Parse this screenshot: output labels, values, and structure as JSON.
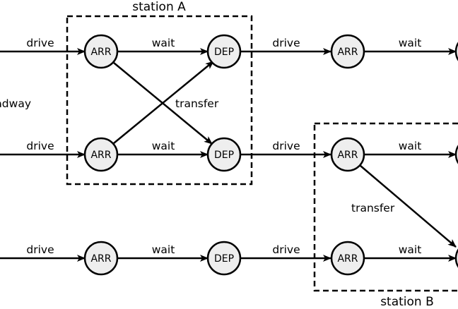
{
  "stations": {
    "a": {
      "title": "station A"
    },
    "b": {
      "title": "station B"
    }
  },
  "node_labels": {
    "arrival": "ARR",
    "departure": "DEP"
  },
  "edge_labels": {
    "drive": "drive",
    "wait": "wait",
    "transfer": "transfer"
  },
  "side_label": "headway",
  "colors": {
    "node_fill": "#eeeeee",
    "stroke": "#000000",
    "background": "#ffffff"
  }
}
